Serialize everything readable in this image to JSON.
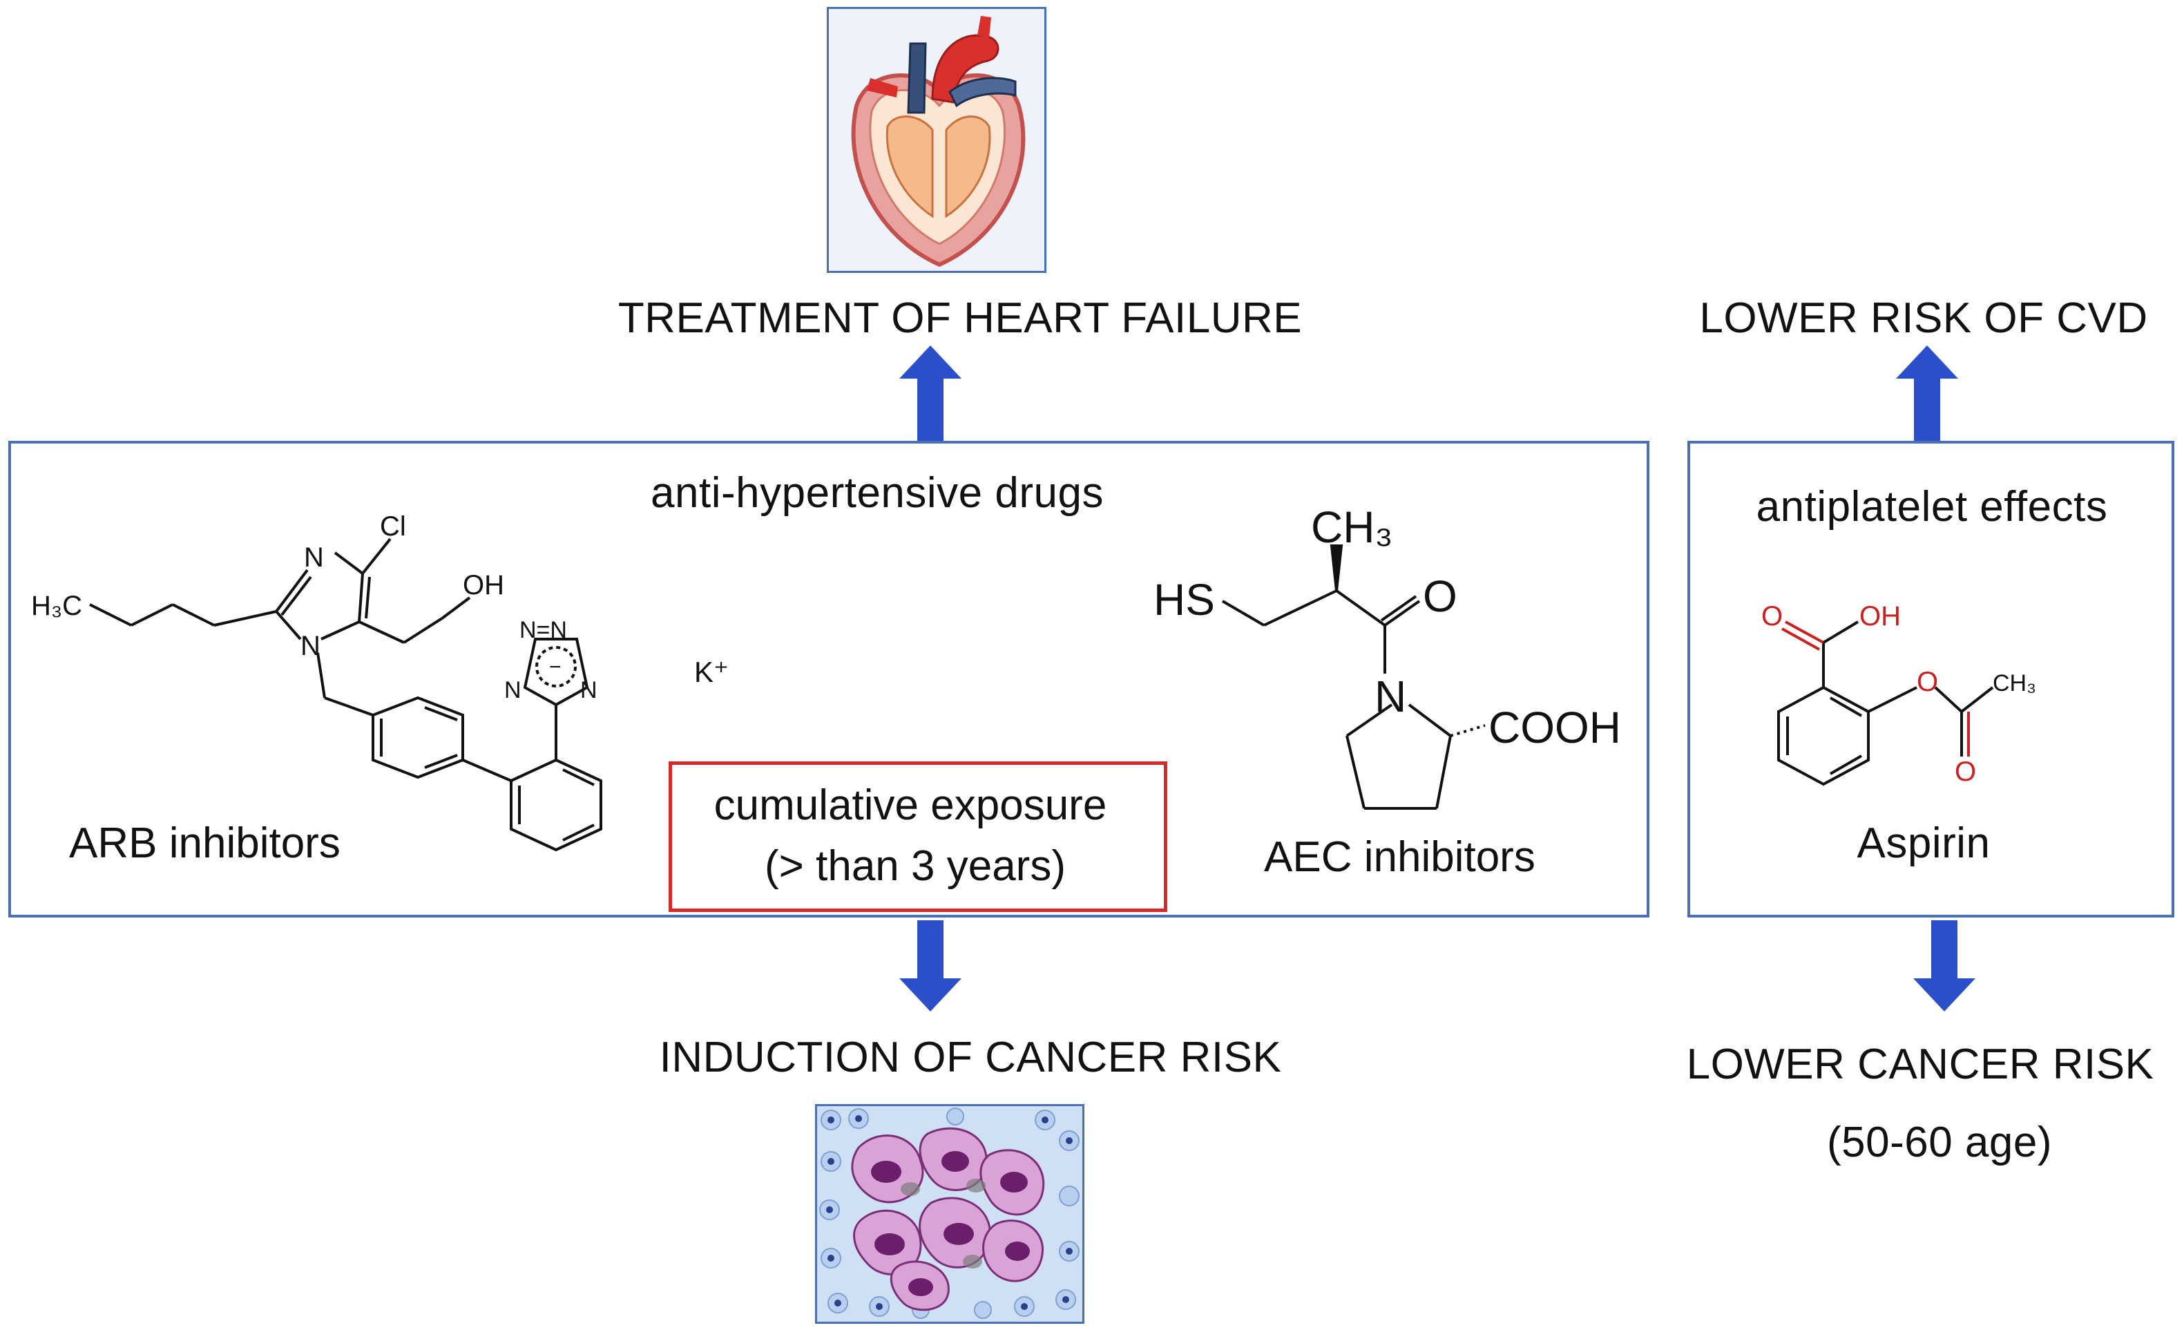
{
  "top_left": {
    "heading": "TREATMENT OF HEART FAILURE"
  },
  "top_right": {
    "heading": "LOWER RISK OF CVD"
  },
  "main_box": {
    "title": "anti-hypertensive drugs",
    "arb_label": "ARB inhibitors",
    "aec_label": "AEC inhibitors",
    "exposure_line1": "cumulative exposure",
    "exposure_line2": "(> than 3 years)",
    "ion_label": "K⁺"
  },
  "aspirin_box": {
    "title": "antiplatelet effects",
    "label": "Aspirin"
  },
  "bottom_left": {
    "heading": "INDUCTION OF CANCER RISK"
  },
  "bottom_right": {
    "heading": "LOWER CANCER RISK",
    "subheading": "(50-60 age)"
  },
  "chem_labels": {
    "losartan": {
      "cl": "Cl",
      "oh": "OH",
      "n_top": "N",
      "n_ring": "N",
      "h3c": "H₃C"
    },
    "captopril": {
      "ch3": "CH₃",
      "hs": "HS",
      "o": "O",
      "n": "N",
      "cooh": "COOH"
    },
    "aspirin": {
      "o1": "O",
      "oh": "OH",
      "o2": "O",
      "ch3": "CH₃",
      "o3": "O"
    }
  },
  "colors": {
    "frame": "#4a6fb5",
    "arrow": "#2a4fc9",
    "highlight": "#d42a2a",
    "oxygen": "#cc1f1f"
  },
  "icons": {
    "heart": "heart-anatomy-image",
    "cells": "cancer-cells-image"
  }
}
